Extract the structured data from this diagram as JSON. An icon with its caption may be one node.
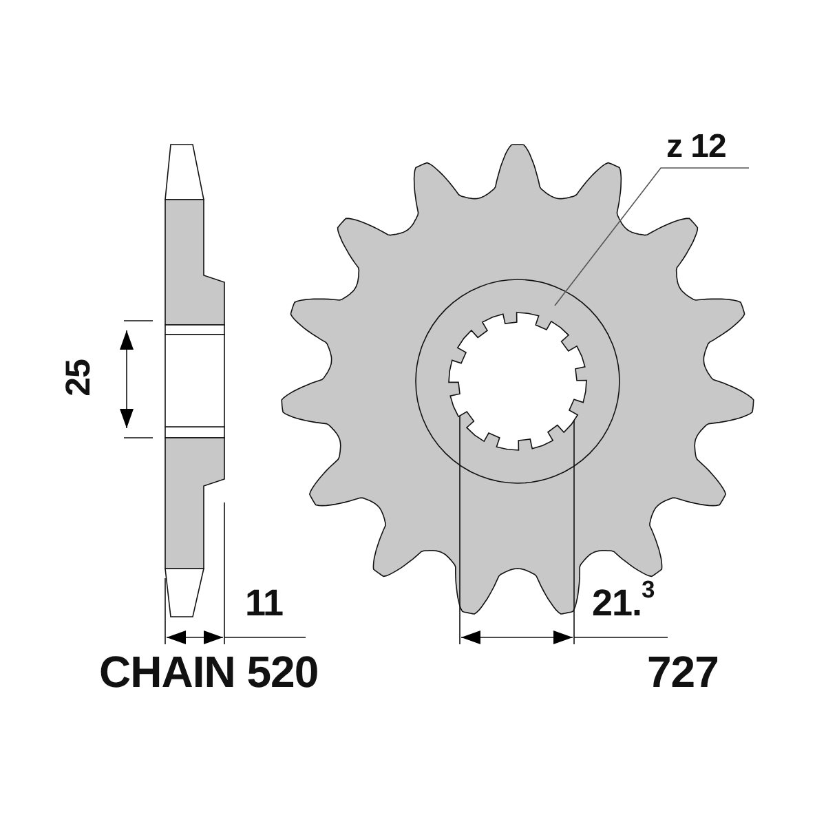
{
  "diagram": {
    "nodes": [
      {
        "text": [
          "z 12"
        ]
      },
      {
        "text": [],
        "shape": "picture"
      }
    ],
    "edges": [
      {
        "from": 0,
        "to": 1,
        "arrow": "none"
      }
    ],
    "labels": [
      "25",
      "11",
      "CHAIN 520",
      "21.$^{3}$",
      "727"
    ]
  }
}
